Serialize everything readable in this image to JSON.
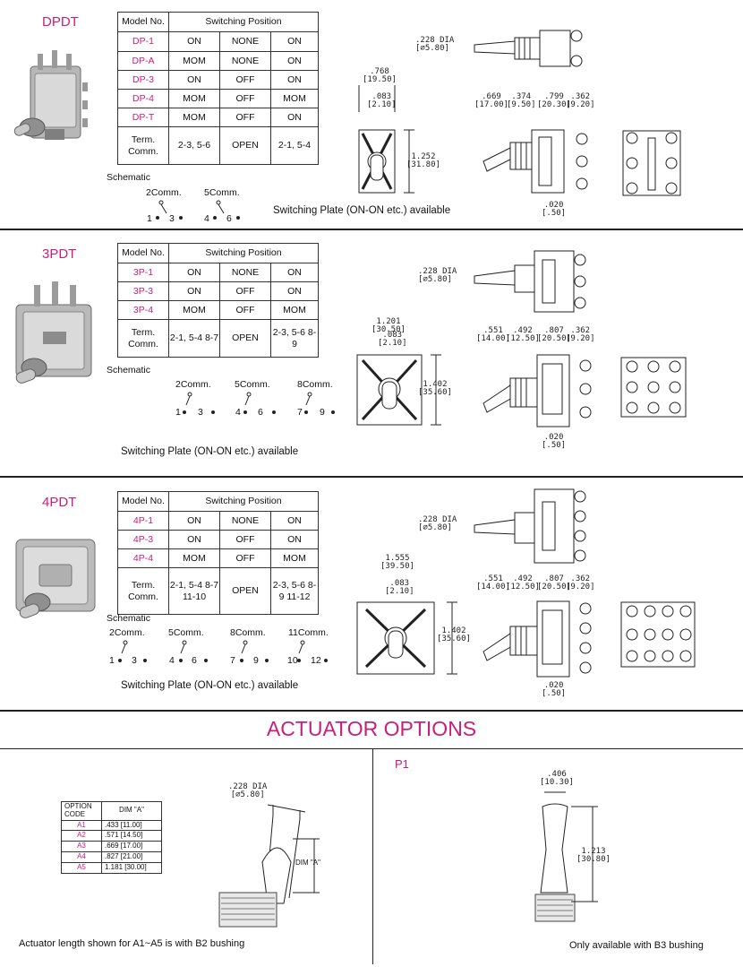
{
  "dpdt": {
    "title": "DPDT",
    "table": {
      "col_model": "Model No.",
      "col_position": "Switching Position",
      "rows": [
        {
          "model": "DP-1",
          "a": "ON",
          "b": "NONE",
          "c": "ON"
        },
        {
          "model": "DP-A",
          "a": "MOM",
          "b": "NONE",
          "c": "ON"
        },
        {
          "model": "DP-3",
          "a": "ON",
          "b": "OFF",
          "c": "ON"
        },
        {
          "model": "DP-4",
          "a": "MOM",
          "b": "OFF",
          "c": "MOM"
        },
        {
          "model": "DP-T",
          "a": "MOM",
          "b": "OFF",
          "c": "ON"
        }
      ],
      "term_label": "Term. Comm.",
      "term_a": "2-3, 5-6",
      "term_b": "OPEN",
      "term_c": "2-1, 5-4"
    },
    "schematic_label": "Schematic",
    "comm": [
      "2Comm.",
      "5Comm."
    ],
    "pins": [
      "1",
      "3",
      "4",
      "6"
    ],
    "plate_note": "Switching Plate (ON-ON etc.) available",
    "dims": {
      "dia": ".228 DIA",
      "dia_mm": "[⌀5.80]",
      "w": ".768",
      "w_mm": "[19.50]",
      "b": ".083",
      "b_mm": "[2.10]",
      "h": "1.252",
      "h_mm": "[31.80]",
      "d1": ".669",
      "d1_mm": "[17.00]",
      "d2": ".374",
      "d2_mm": "[9.50]",
      "d3": ".799",
      "d3_mm": "[20.30]",
      "d4": ".362",
      "d4_mm": "[9.20]",
      "t": ".020",
      "t_mm": "[.50]"
    }
  },
  "tpdt": {
    "title": "3PDT",
    "table": {
      "col_model": "Model No.",
      "col_position": "Switching Position",
      "rows": [
        {
          "model": "3P-1",
          "a": "ON",
          "b": "NONE",
          "c": "ON"
        },
        {
          "model": "3P-3",
          "a": "ON",
          "b": "OFF",
          "c": "ON"
        },
        {
          "model": "3P-4",
          "a": "MOM",
          "b": "OFF",
          "c": "MOM"
        }
      ],
      "term_label": "Term. Comm.",
      "term_a": "2-1, 5-4 8-7",
      "term_b": "OPEN",
      "term_c": "2-3, 5-6 8-9"
    },
    "schematic_label": "Schematic",
    "comm": [
      "2Comm.",
      "5Comm.",
      "8Comm."
    ],
    "pins": [
      "1",
      "3",
      "4",
      "6",
      "7",
      "9"
    ],
    "plate_note": "Switching Plate (ON-ON etc.) available",
    "dims": {
      "dia": ".228 DIA",
      "dia_mm": "[⌀5.80]",
      "w": "1.201",
      "w_mm": "[30.50]",
      "b": ".083",
      "b_mm": "[2.10]",
      "h": "1.402",
      "h_mm": "[35.60]",
      "d1": ".551",
      "d1_mm": "[14.00]",
      "d2": ".492",
      "d2_mm": "[12.50]",
      "d3": ".807",
      "d3_mm": "[20.50]",
      "d4": ".362",
      "d4_mm": "[9.20]",
      "t": ".020",
      "t_mm": "[.50]"
    }
  },
  "fpdt": {
    "title": "4PDT",
    "table": {
      "col_model": "Model No.",
      "col_position": "Switching Position",
      "rows": [
        {
          "model": "4P-1",
          "a": "ON",
          "b": "NONE",
          "c": "ON"
        },
        {
          "model": "4P-3",
          "a": "ON",
          "b": "OFF",
          "c": "ON"
        },
        {
          "model": "4P-4",
          "a": "MOM",
          "b": "OFF",
          "c": "MOM"
        }
      ],
      "term_label": "Term. Comm.",
      "term_a": "2-1, 5-4 8-7 11-10",
      "term_b": "OPEN",
      "term_c": "2-3, 5-6 8-9 11-12"
    },
    "schematic_label": "Schematic",
    "comm": [
      "2Comm.",
      "5Comm.",
      "8Comm.",
      "11Comm."
    ],
    "pins": [
      "1",
      "3",
      "4",
      "6",
      "7",
      "9",
      "10",
      "12"
    ],
    "plate_note": "Switching Plate (ON-ON etc.) available",
    "dims": {
      "dia": ".228 DIA",
      "dia_mm": "[⌀5.80]",
      "w": "1.555",
      "w_mm": "[39.50]",
      "b": ".083",
      "b_mm": "[2.10]",
      "h": "1.402",
      "h_mm": "[35.60]",
      "d1": ".551",
      "d1_mm": "[14.00]",
      "d2": ".492",
      "d2_mm": "[12.50]",
      "d3": ".807",
      "d3_mm": "[20.50]",
      "d4": ".362",
      "d4_mm": "[9.20]",
      "t": ".020",
      "t_mm": "[.50]"
    }
  },
  "actuator": {
    "heading": "ACTUATOR OPTIONS",
    "table": {
      "col_code": "OPTION CODE",
      "col_dim": "DIM \"A\"",
      "rows": [
        {
          "code": "A1",
          "dim": ".433 [11.00]"
        },
        {
          "code": "A2",
          "dim": ".571 [14.50]"
        },
        {
          "code": "A3",
          "dim": ".669 [17.00]"
        },
        {
          "code": "A4",
          "dim": ".827 [21.00]"
        },
        {
          "code": "A5",
          "dim": "1.181 [30.00]"
        }
      ]
    },
    "dia": ".228 DIA",
    "dia_mm": "[⌀5.80]",
    "dim_a": "DIM \"A\"",
    "note_left": "Actuator length shown for A1~A5 is with B2 bushing",
    "p1_title": "P1",
    "p1_w": ".406",
    "p1_w_mm": "[10.30]",
    "p1_h": "1.213",
    "p1_h_mm": "[30.80]",
    "note_right": "Only available with B3 bushing"
  },
  "colors": {
    "accent": "#c8207a",
    "ink": "#111111"
  }
}
